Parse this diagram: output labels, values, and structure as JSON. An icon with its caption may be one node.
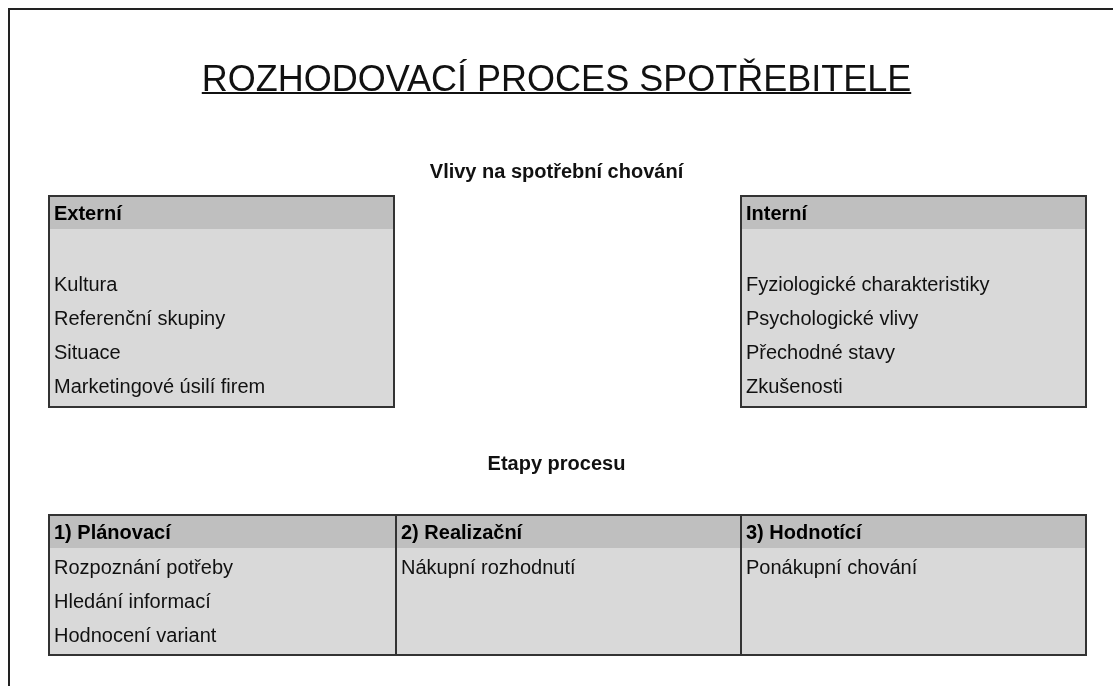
{
  "diagram": {
    "title": "ROZHODOVACÍ PROCES SPOTŘEBITELE",
    "nodes": [
      {
        "text": [
          "Externí",
          "Kultura",
          "Referenční skupiny",
          "Situace",
          "Marketingové úsilí firem"
        ]
      },
      {
        "text": [
          "Interní",
          "Fyziologické charakteristiky",
          "Psychologické vlivy",
          "Přechodné stavy",
          "Zkušenosti"
        ]
      },
      {
        "text": [
          "1) Plánovací",
          "Rozpoznání potřeby",
          "Hledání informací",
          "Hodnocení variant"
        ]
      },
      {
        "text": [
          "2) Realizační",
          "Nákupní rozhodnutí"
        ]
      },
      {
        "text": [
          "3) Hodnotící",
          "Ponákupní chování"
        ]
      }
    ],
    "labels": [
      "Vlivy na spotřební chování",
      "Etapy procesu"
    ]
  }
}
